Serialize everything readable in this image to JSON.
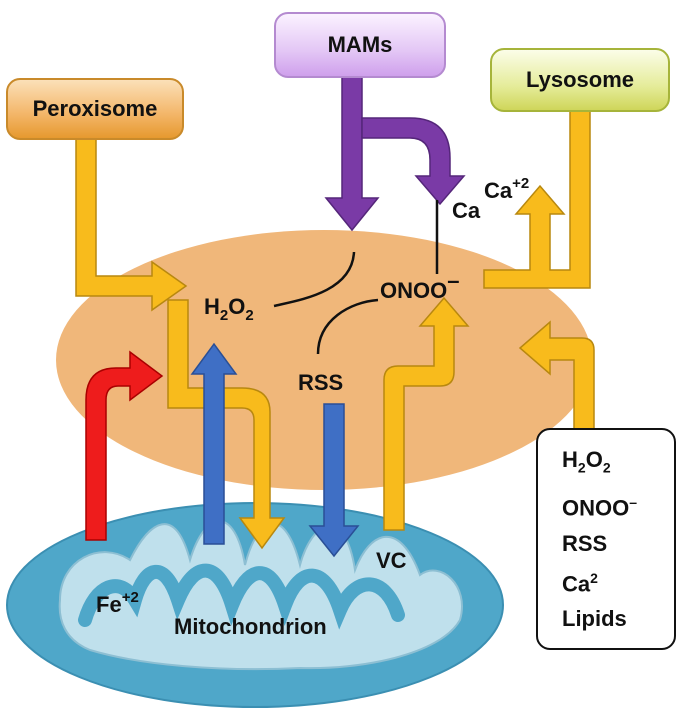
{
  "nodes": {
    "peroxisome": "Peroxisome",
    "mams": "MAMs",
    "lysosome": "Lysosome",
    "mitochondrion": "Mitochondrion"
  },
  "labels": {
    "h2o2_main": "H",
    "h2o2_sub1": "2",
    "h2o2_o": "O",
    "h2o2_sub2": "2",
    "onoo_main": "ONOO",
    "onoo_sup": "–",
    "rss": "RSS",
    "ca_left": "Ca",
    "ca_right": "Ca",
    "ca_sup": "+2",
    "vc": "VC",
    "fe": "Fe",
    "fe_sup": "+2"
  },
  "legend": {
    "items": [
      {
        "main": "H",
        "sub1": "2",
        "mid": "O",
        "sub2": "2",
        "sup": ""
      },
      {
        "main": "ONOO",
        "sub1": "",
        "mid": "",
        "sub2": "",
        "sup": "–"
      },
      {
        "main": "RSS",
        "sub1": "",
        "mid": "",
        "sub2": "",
        "sup": ""
      },
      {
        "main": "Ca",
        "sub1": "",
        "mid": "",
        "sub2": "",
        "sup": "2"
      },
      {
        "main": "Lipids",
        "sub1": "",
        "mid": "",
        "sub2": "",
        "sup": ""
      }
    ]
  },
  "colors": {
    "cell": "#f0b77a",
    "mito_outer": "#4fa7c9",
    "mito_inner": "#bfe0ec",
    "arrow_yellow": "#f8bb1c",
    "arrow_purple": "#7a3aa6",
    "arrow_blue": "#3f6fc5",
    "arrow_red": "#ee1c1c"
  }
}
